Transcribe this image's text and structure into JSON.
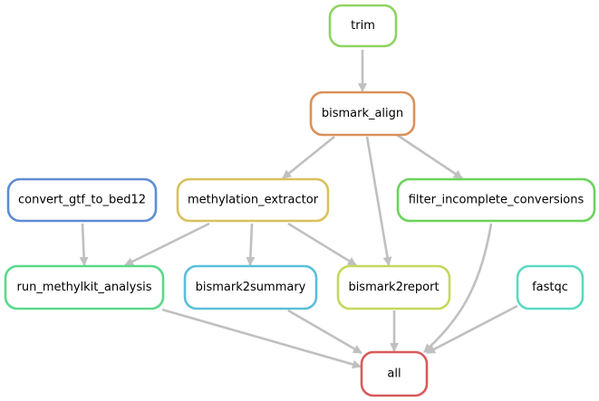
{
  "diagram": {
    "edge_color": "#c0c0c0",
    "nodes": [
      {
        "id": "trim",
        "label": "trim",
        "color": "#8fd362"
      },
      {
        "id": "bismark_align",
        "label": "bismark_align",
        "color": "#d9915b"
      },
      {
        "id": "convert_gtf_to_bed12",
        "label": "convert_gtf_to_bed12",
        "color": "#5f8dd3"
      },
      {
        "id": "methylation_extractor",
        "label": "methylation_extractor",
        "color": "#d9c15b"
      },
      {
        "id": "filter_incomplete_conversions",
        "label": "filter_incomplete_conversions",
        "color": "#6ad35b"
      },
      {
        "id": "run_methylkit_analysis",
        "label": "run_methylkit_analysis",
        "color": "#5bd98a"
      },
      {
        "id": "bismark2summary",
        "label": "bismark2summary",
        "color": "#5bbfd9"
      },
      {
        "id": "bismark2report",
        "label": "bismark2report",
        "color": "#c3d95b"
      },
      {
        "id": "fastqc",
        "label": "fastqc",
        "color": "#5bd9c1"
      },
      {
        "id": "all",
        "label": "all",
        "color": "#d95b5b"
      }
    ],
    "edges": [
      {
        "from": "trim",
        "to": "bismark_align"
      },
      {
        "from": "bismark_align",
        "to": "methylation_extractor"
      },
      {
        "from": "bismark_align",
        "to": "bismark2report"
      },
      {
        "from": "bismark_align",
        "to": "filter_incomplete_conversions"
      },
      {
        "from": "convert_gtf_to_bed12",
        "to": "run_methylkit_analysis"
      },
      {
        "from": "methylation_extractor",
        "to": "run_methylkit_analysis"
      },
      {
        "from": "methylation_extractor",
        "to": "bismark2summary"
      },
      {
        "from": "methylation_extractor",
        "to": "bismark2report"
      },
      {
        "from": "filter_incomplete_conversions",
        "to": "all"
      },
      {
        "from": "run_methylkit_analysis",
        "to": "all"
      },
      {
        "from": "bismark2summary",
        "to": "all"
      },
      {
        "from": "bismark2report",
        "to": "all"
      },
      {
        "from": "fastqc",
        "to": "all"
      }
    ]
  }
}
